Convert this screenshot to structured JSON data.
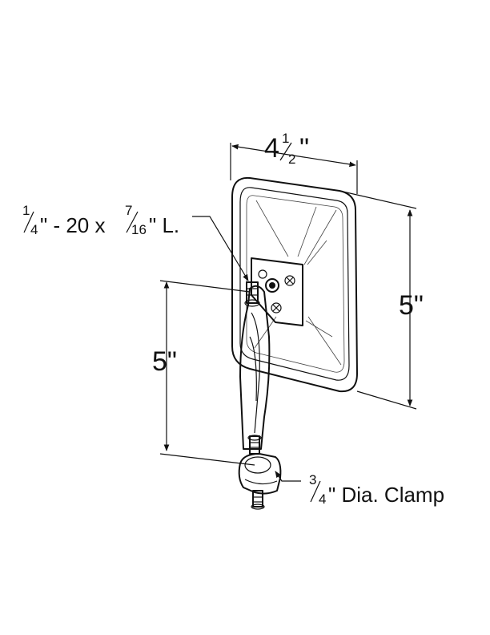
{
  "dimensions": {
    "width": {
      "whole": "4",
      "num": "1",
      "den": "2",
      "unit": "\""
    },
    "mirror_height": "5\"",
    "arm_length": "5\""
  },
  "labels": {
    "bolt": {
      "num1": "1",
      "den1": "4",
      "mid": "\" - 20 x ",
      "num2": "7",
      "den2": "16",
      "tail": "\" L."
    },
    "clamp": {
      "num": "3",
      "den": "4",
      "tail": "\" Dia. Clamp"
    }
  }
}
